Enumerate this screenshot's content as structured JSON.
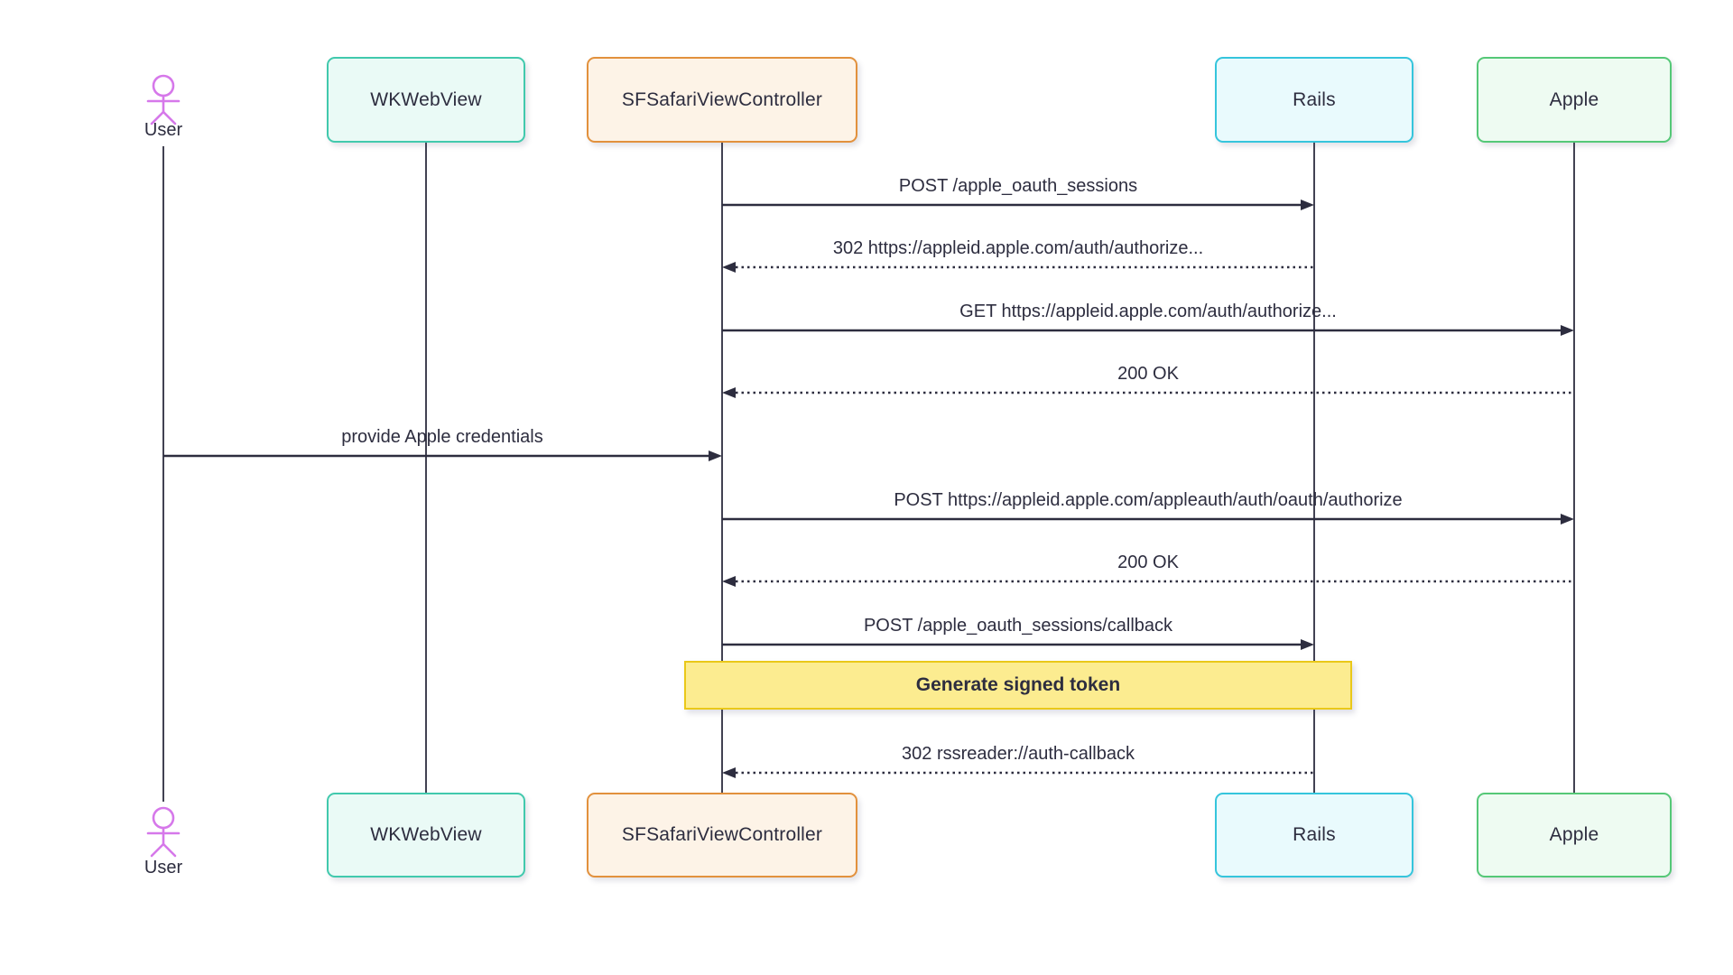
{
  "diagram_type": "sequence-diagram",
  "actors": {
    "user": {
      "label": "User",
      "type": "person"
    },
    "wkwebview": {
      "label": "WKWebView",
      "type": "participant"
    },
    "sfsafari": {
      "label": "SFSafariViewController",
      "type": "participant"
    },
    "rails": {
      "label": "Rails",
      "type": "participant"
    },
    "apple": {
      "label": "Apple",
      "type": "participant"
    }
  },
  "messages": [
    {
      "text": "POST /apple_oauth_sessions",
      "from": "sfsafari",
      "to": "rails",
      "style": "solid"
    },
    {
      "text": "302 https://appleid.apple.com/auth/authorize...",
      "from": "rails",
      "to": "sfsafari",
      "style": "dotted"
    },
    {
      "text": "GET https://appleid.apple.com/auth/authorize...",
      "from": "sfsafari",
      "to": "apple",
      "style": "solid"
    },
    {
      "text": "200 OK",
      "from": "apple",
      "to": "sfsafari",
      "style": "dotted"
    },
    {
      "text": "provide Apple credentials",
      "from": "user",
      "to": "sfsafari",
      "style": "solid"
    },
    {
      "text": "POST https://appleid.apple.com/appleauth/auth/oauth/authorize",
      "from": "sfsafari",
      "to": "apple",
      "style": "solid"
    },
    {
      "text": "200 OK",
      "from": "apple",
      "to": "sfsafari",
      "style": "dotted"
    },
    {
      "text": "POST /apple_oauth_sessions/callback",
      "from": "sfsafari",
      "to": "rails",
      "style": "solid"
    },
    {
      "text": "302 rssreader://auth-callback",
      "from": "rails",
      "to": "sfsafari",
      "style": "dotted"
    }
  ],
  "note": {
    "text": "Generate signed token",
    "over": "sfsafari,rails"
  },
  "colors": {
    "line": "#2d2d3f",
    "person": "#d678ea",
    "teal_border": "#41c9ad",
    "teal_fill": "#eafaf6",
    "orange_border": "#e2913d",
    "orange_fill": "#fdf3e7",
    "cyan_border": "#35c5dc",
    "cyan_fill": "#e9fafd",
    "green_border": "#55c877",
    "green_fill": "#eefbf2",
    "note_border": "#eac819",
    "note_fill": "#fcec90"
  }
}
